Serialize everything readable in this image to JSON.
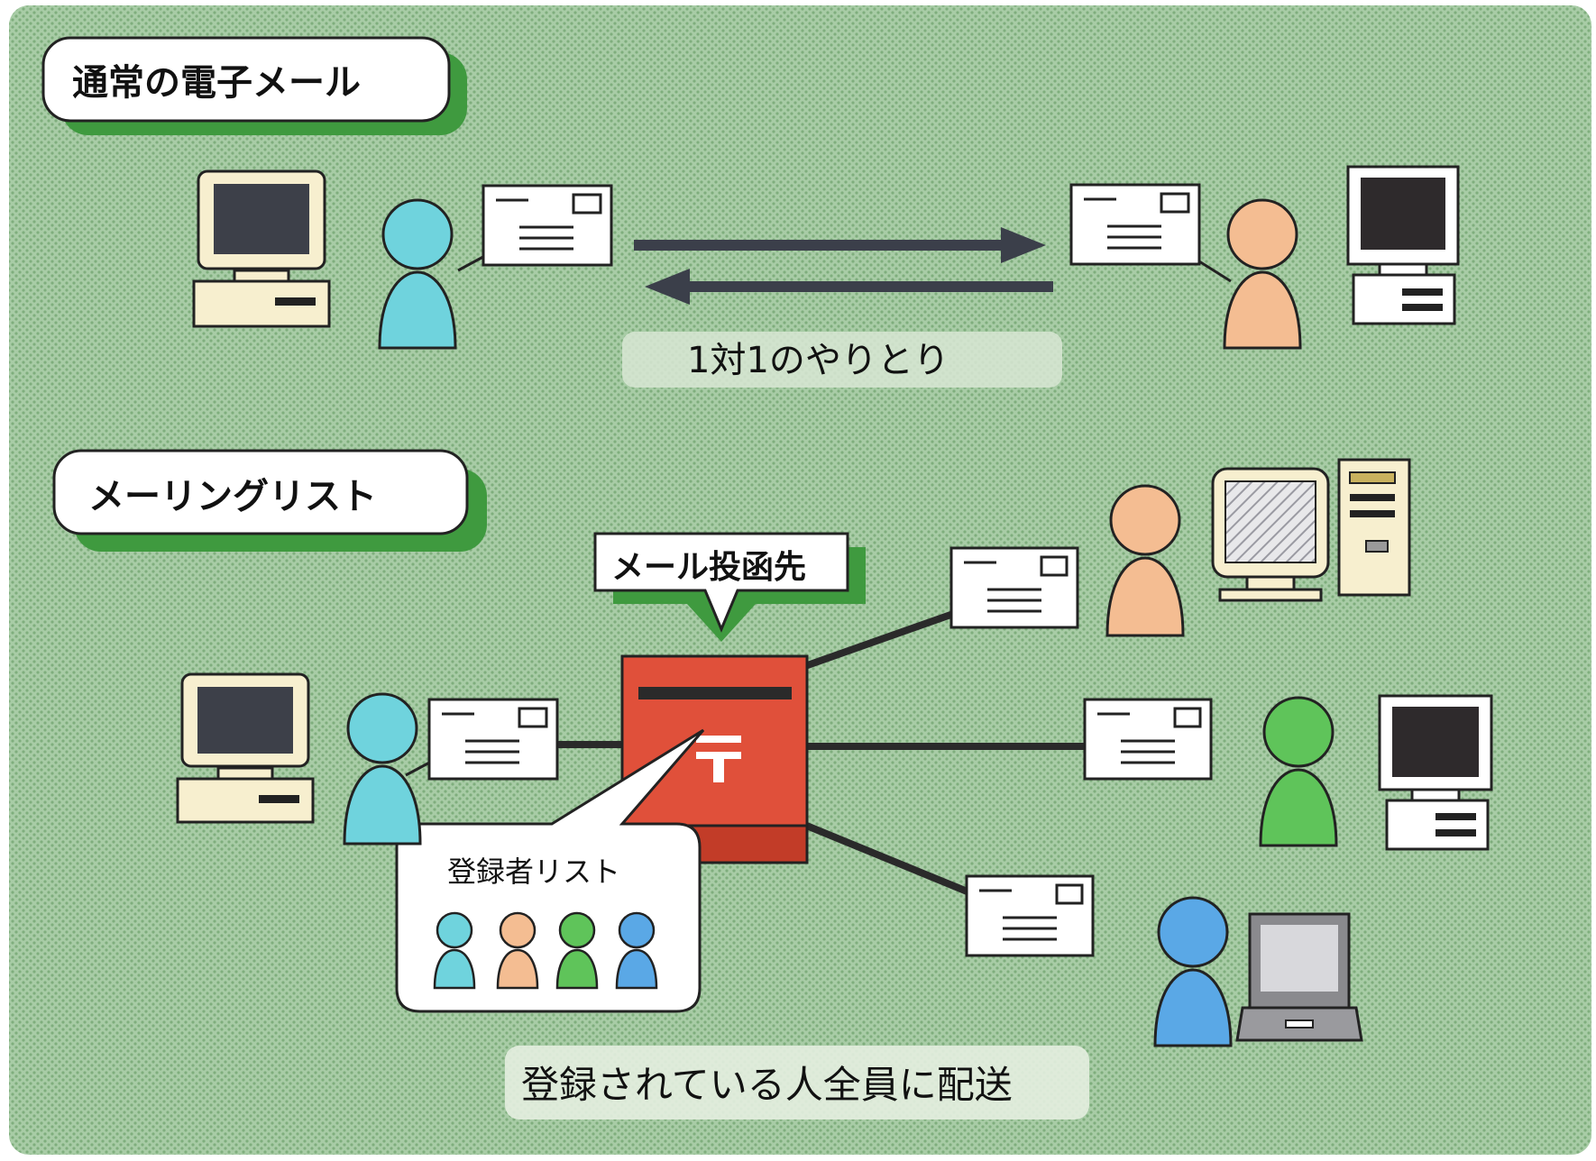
{
  "sections": {
    "normal_email": {
      "title": "通常の電子メール"
    },
    "mailing_list": {
      "title": "メーリングリスト"
    }
  },
  "captions": {
    "one_to_one": "1対1のやりとり",
    "mail_address": "メール投函先",
    "subscriber_list": "登録者リスト",
    "deliver_all": "登録されている人全員に配送"
  },
  "colors": {
    "background": "#9dc49b",
    "panel_shadow": "#3f9a3f",
    "postbox": "#e0503a",
    "postbox_dark": "#c23c28",
    "person_cyan": "#6fd3dd",
    "person_peach": "#f4bd92",
    "person_green": "#5fc45a",
    "person_blue": "#5aa8e6",
    "arrow": "#3b3f4a",
    "line": "#2a2a2a"
  },
  "icons": {
    "person": "person-icon",
    "computer": "desktop-computer-icon",
    "tower": "tower-computer-icon",
    "laptop": "laptop-icon",
    "envelope": "envelope-icon",
    "postbox": "postbox-icon",
    "postal_mark": "postal-mark-icon"
  }
}
